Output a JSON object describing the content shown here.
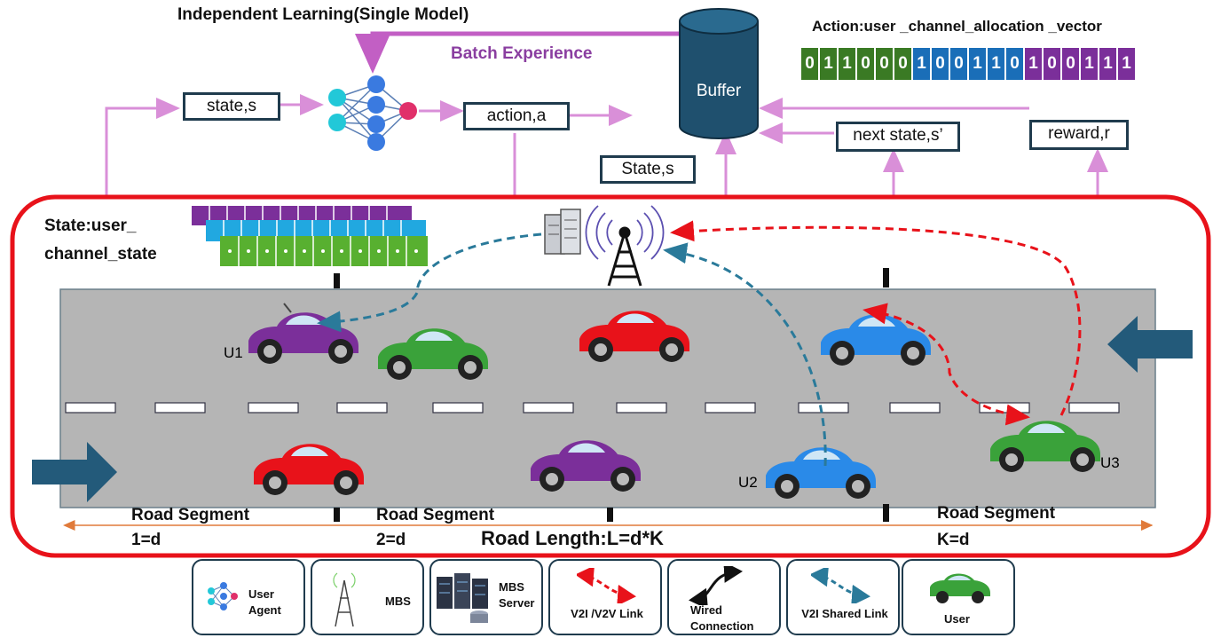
{
  "header": {
    "independent_learning": "Independent Learning(Single Model)",
    "batch_experience": "Batch Experience",
    "buffer": "Buffer",
    "action_title": "Action:user _channel_allocation _vector",
    "action_bits": [
      {
        "v": "0",
        "g": 0
      },
      {
        "v": "1",
        "g": 0
      },
      {
        "v": "1",
        "g": 0
      },
      {
        "v": "0",
        "g": 0
      },
      {
        "v": "0",
        "g": 0
      },
      {
        "v": "0",
        "g": 0
      },
      {
        "v": "1",
        "g": 1
      },
      {
        "v": "0",
        "g": 1
      },
      {
        "v": "0",
        "g": 1
      },
      {
        "v": "1",
        "g": 1
      },
      {
        "v": "1",
        "g": 1
      },
      {
        "v": "0",
        "g": 1
      },
      {
        "v": "1",
        "g": 2
      },
      {
        "v": "0",
        "g": 2
      },
      {
        "v": "0",
        "g": 2
      },
      {
        "v": "1",
        "g": 2
      },
      {
        "v": "1",
        "g": 2
      },
      {
        "v": "1",
        "g": 2
      }
    ],
    "group_colors": [
      "#3a7a24",
      "#1a6eb8",
      "#7b2f9a"
    ]
  },
  "boxes": {
    "state": "state,s",
    "action": "action,a",
    "state_cap": "State,s",
    "next_state": "next state,s’",
    "reward": "reward,r"
  },
  "scene": {
    "state_label_1": "State:user_",
    "state_label_2": "channel_state",
    "u1": "U1",
    "u2": "U2",
    "u3": "U3",
    "seg1_a": "Road Segment",
    "seg1_b": "1=d",
    "seg2_a": "Road Segment",
    "seg2_b": "2=d",
    "segk_a": "Road Segment",
    "segk_b": "K=d",
    "road_length": "Road Length:L=d*K"
  },
  "legend": {
    "user_agent_1": "User",
    "user_agent_2": "Agent",
    "mbs": "MBS",
    "mbs_server_1": "MBS",
    "mbs_server_2": "Server",
    "link": "V2I /V2V  Link",
    "wired_1": "Wired",
    "wired_2": "Connection",
    "shared": "V2I Shared Link",
    "user": "User"
  },
  "colors": {
    "pink": "#d98fd8",
    "red": "#e8121a",
    "navy": "#1f3b4d",
    "road": "#b5b5b5",
    "arrow_blue": "#235a7a",
    "batch_purple": "#8a3ea0"
  }
}
